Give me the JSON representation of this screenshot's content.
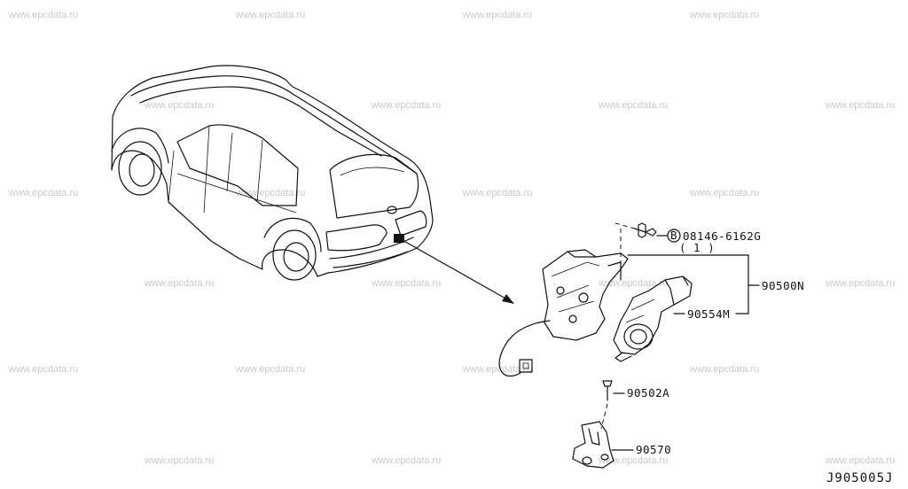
{
  "watermark": {
    "text": "www.epcdata.ru"
  },
  "callouts": {
    "bolt_code": "08146-6162G",
    "bolt_circle": "B",
    "bolt_qty": "( 1 )",
    "assembly": "90500N",
    "motor": "90554M",
    "screw": "90502A",
    "striker": "90570"
  },
  "diagram_code": "J905005J"
}
